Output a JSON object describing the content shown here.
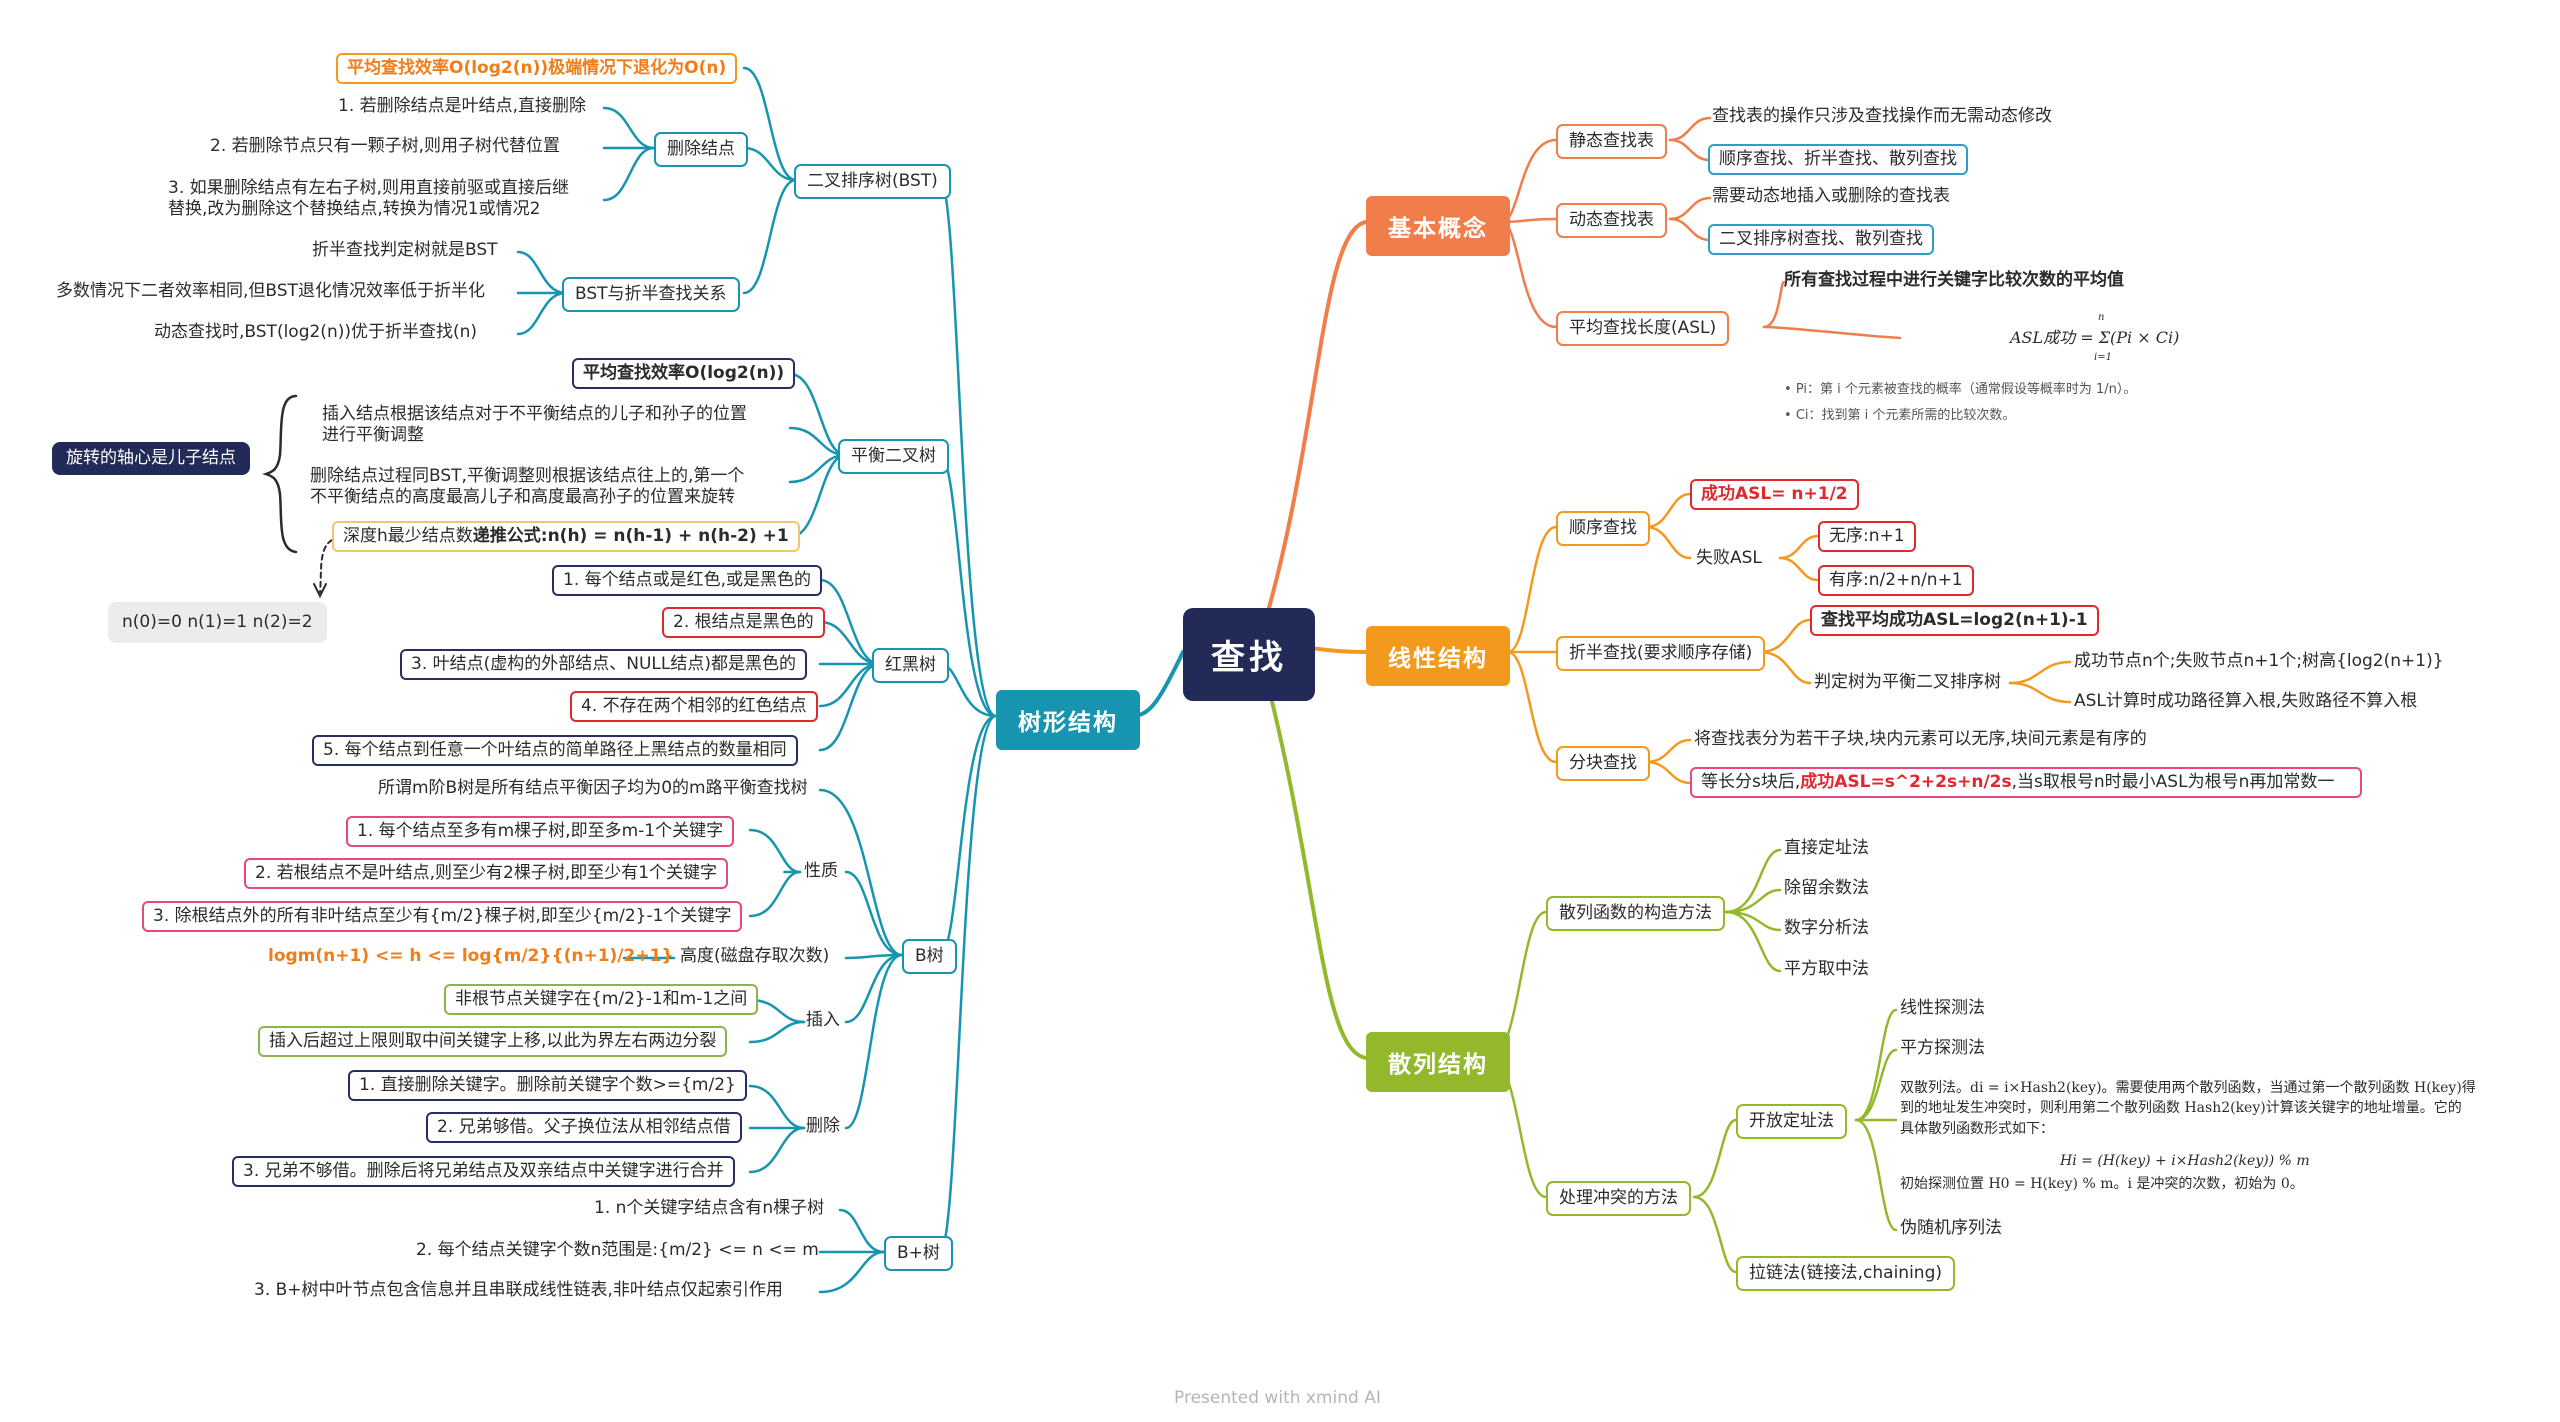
{
  "root": {
    "label": "查找"
  },
  "colors": {
    "center": "#222a57",
    "basic": "#f07d4a",
    "linear": "#f39a1e",
    "hash": "#93b82c",
    "tree": "#1795b0",
    "red": "#e0282f",
    "pink": "#e6487f",
    "navy": "#272f62",
    "green": "#8ab54a",
    "blue_box": "#2aa0c6"
  },
  "basic": {
    "label": "基本概念",
    "static": {
      "label": "静态查找表",
      "desc": "查找表的操作只涉及查找操作而无需动态修改",
      "methods": "顺序查找、折半查找、散列查找"
    },
    "dynamic": {
      "label": "动态查找表",
      "desc": "需要动态地插入或删除的查找表",
      "methods": "二叉排序树查找、散列查找"
    },
    "asl": {
      "label": "平均查找长度(ASL)",
      "desc": "所有查找过程中进行关键字比较次数的平均值",
      "formula": "ASL成功 = Σ(Pi × Ci)",
      "formula_top": "n",
      "formula_bottom": "i=1",
      "note_p": "Pi：第 i 个元素被查找的概率（通常假设等概率时为 1/n）。",
      "note_c": "Ci：找到第 i 个元素所需的比较次数。"
    }
  },
  "linear": {
    "label": "线性结构",
    "sequential": {
      "label": "顺序查找",
      "success": "成功ASL= n+1/2",
      "fail": {
        "label": "失败ASL",
        "unordered": "无序:n+1",
        "ordered": "有序:n/2+n/n+1"
      }
    },
    "binary": {
      "label": "折半查找(要求顺序存储)",
      "success": "查找平均成功ASL=log2(n+1)-1",
      "tree": {
        "label": "判定树为平衡二叉排序树",
        "nodes": "成功节点n个;失败节点n+1个;树高{log2(n+1)}",
        "asl": "ASL计算时成功路径算入根,失败路径不算入根"
      }
    },
    "block": {
      "label": "分块查找",
      "desc": "将查找表分为若干子块,块内元素可以无序,块间元素是有序的",
      "asl_pre": "等长分s块后,",
      "asl_red": "成功ASL=s^2+2s+n/2s",
      "asl_post": ",当s取根号n时最小ASL为根号n再加常数一"
    }
  },
  "hash": {
    "label": "散列结构",
    "construct": {
      "label": "散列函数的构造方法",
      "items": [
        "直接定址法",
        "除留余数法",
        "数字分析法",
        "平方取中法"
      ]
    },
    "conflict": {
      "label": "处理冲突的方法",
      "open": {
        "label": "开放定址法",
        "items": [
          "线性探测法",
          "平方探测法"
        ],
        "double": "双散列法。di = i×Hash2(key)。需要使用两个散列函数，当通过第一个散列函数 H(key)得\n到的地址发生冲突时，则利用第二个散列函数 Hash2(key)计算该关键字的地址增量。它的\n具体散列函数形式如下：",
        "double_formula": "Hi = (H(key) + i×Hash2(key)) % m",
        "double_note": "初始探测位置 H0 = H(key) % m。i 是冲突的次数，初始为 0。",
        "pseudo": "伪随机序列法"
      },
      "chain": "拉链法(链接法,chaining)"
    }
  },
  "tree": {
    "label": "树形结构",
    "bst": {
      "label": "二叉排序树(BST)",
      "efficiency": "平均查找效率O(log2(n))极端情况下退化为O(n)",
      "delete": {
        "label": "删除结点",
        "items": [
          "1. 若删除结点是叶结点,直接删除",
          "2. 若删除节点只有一颗子树,则用子树代替位置",
          "3. 如果删除结点有左右子树,则用直接前驱或直接后继\n替换,改为删除这个替换结点,转换为情况1或情况2"
        ]
      },
      "relation": {
        "label": "BST与折半查找关系",
        "items": [
          "折半查找判定树就是BST",
          "多数情况下二者效率相同,但BST退化情况效率低于折半化",
          "动态查找时,BST(log2(n))优于折半查找(n)"
        ]
      }
    },
    "avl": {
      "label": "平衡二叉树",
      "efficiency": "平均查找效率O(log2(n))",
      "insert": "插入结点根据该结点对于不平衡结点的儿子和孙子的位置\n进行平衡调整",
      "delete": "删除结点过程同BST,平衡调整则根据该结点往上的,第一个\n不平衡结点的高度最高儿子和高度最高孙子的位置来旋转",
      "rotation_note": "旋转的轴心是儿子结点",
      "min_nodes_pre": "深度h最少结点数",
      "min_nodes_bold": "递推公式:n(h) = n(h-1) + n(h-2) +1",
      "base": "n(0)=0    n(1)=1    n(2)=2"
    },
    "rbt": {
      "label": "红黑树",
      "items": [
        "1. 每个结点或是红色,或是黑色的",
        "2. 根结点是黑色的",
        "3. 叶结点(虚构的外部结点、NULL结点)都是黑色的",
        "4. 不存在两个相邻的红色结点",
        "5. 每个结点到任意一个叶结点的简单路径上黑结点的数量相同"
      ]
    },
    "btree": {
      "label": "B树",
      "def": "所谓m阶B树是所有结点平衡因子均为0的m路平衡查找树",
      "props": {
        "label": "性质",
        "items": [
          "1. 每个结点至多有m棵子树,即至多m-1个关键字",
          "2. 若根结点不是叶结点,则至少有2棵子树,即至少有1个关键字",
          "3. 除根结点外的所有非叶结点至少有{m/2}棵子树,即至少{m/2}-1个关键字"
        ]
      },
      "height": {
        "label": "高度(磁盘存取次数)",
        "formula": "logm(n+1) <= h <= log{m/2}{(n+1)/2+1}"
      },
      "insert": {
        "label": "插入",
        "items": [
          "非根节点关键字在{m/2}-1和m-1之间",
          "插入后超过上限则取中间关键字上移,以此为界左右两边分裂"
        ]
      },
      "delete": {
        "label": "删除",
        "items": [
          "1. 直接删除关键字。删除前关键字个数>={m/2}",
          "2. 兄弟够借。父子换位法从相邻结点借",
          "3. 兄弟不够借。删除后将兄弟结点及双亲结点中关键字进行合并"
        ]
      }
    },
    "bplus": {
      "label": "B+树",
      "items": [
        "1. n个关键字结点含有n棵子树",
        "2. 每个结点关键字个数n范围是:{m/2} <= n <= m",
        "3. B+树中叶节点包含信息并且串联成线性链表,非叶结点仅起索引作用"
      ]
    }
  },
  "footer": "Presented with xmind AI"
}
